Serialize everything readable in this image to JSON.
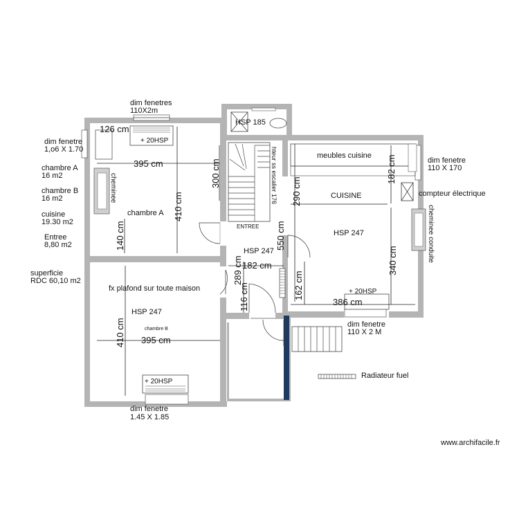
{
  "plan": {
    "labels": {
      "dim_fenetres_top": "dim fenetres",
      "dim_fenetres_top_value": "110X2m",
      "dim_fenetre_left": "dim fenetre",
      "dim_fenetre_left_value": "1,o6 X 1.70",
      "chambre_a_title": "chambre A",
      "chambre_a_area": "16 m2",
      "chambre_b_title": "chambre B",
      "chambre_b_area": "16 m2",
      "cuisine_title": "cuisine",
      "cuisine_area": "19.30 m2",
      "entree_title": "Entree",
      "entree_area": "8,80 m2",
      "superficie": "superficie",
      "superficie_value": "RDC 60,10 m2",
      "cheminee": "cheminee",
      "chambre_a_room": "chambre A",
      "hsp_185": "HSP 185",
      "hauteur_escalier": "hteur ss escalier 176",
      "entree_room": "ENTREE",
      "hsp_247_entree": "HSP 247",
      "meubles_cuisine": "meubles cuisine",
      "cuisine_room": "CUISINE",
      "hsp_247_cuisine": "HSP 247",
      "dim_fenetre_right": "dim fenetre",
      "dim_fenetre_right_value": "110 X 170",
      "compteur": "compteur électrique",
      "cheminee_conduite": "cheminee conduite",
      "fx_plafond": "fx plafond sur toute maison",
      "hsp_247_chambre_b": "HSP 247",
      "chambre_b_room": "chambre B",
      "hsp_plus_top": "+ 20HSP",
      "hsp_plus_kitchen": "+ 20HSP",
      "hsp_plus_bottom": "+ 20HSP",
      "dim_fenetre_kitchen": "dim fenetre",
      "dim_fenetre_kitchen_value": "110 X 2 M",
      "dim_fenetre_bottom": "dim fenetre",
      "dim_fenetre_bottom_value": "1.45 X 1.85",
      "radiateur": "Radiateur fuel",
      "watermark": "www.archifacile.fr"
    },
    "dimensions": {
      "d126": "126 cm",
      "d395_a": "395 cm",
      "d300": "300 cm",
      "d410_a": "410 cm",
      "d140": "140 cm",
      "d290": "290 cm",
      "d182_v": "182 cm",
      "d550": "550 cm",
      "d340": "340 cm",
      "d182_h": "182 cm",
      "d289": "289 cm",
      "d116": "116 cm",
      "d162": "162 cm",
      "d386": "386 cm",
      "d410_b": "410 cm",
      "d395_b": "395 cm"
    }
  }
}
